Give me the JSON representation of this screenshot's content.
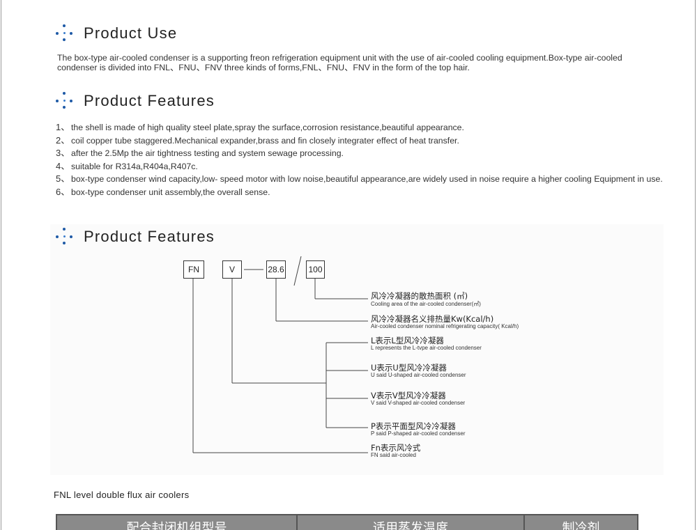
{
  "sections": {
    "use": {
      "title": "Product Use",
      "body": "The box-type air-cooled condenser is a supporting freon refrigeration equipment unit with the use of air-cooled cooling equipment.Box-type air-cooled condenser is divided into FNL、FNU、FNV three kinds of forms,FNL、FNU、FNV in the form of the top hair."
    },
    "features": {
      "title": "Product Features",
      "items": [
        {
          "num": "1、",
          "text": "the shell is made of high quality steel plate,spray the surface,corrosion resistance,beautiful appearance."
        },
        {
          "num": "2、",
          "text": "coil copper tube staggered.Mechanical expander,brass and fin closely integrater effect of heat transfer."
        },
        {
          "num": "3、",
          "text": "after the 2.5Mp the air tightness testing and system sewage processing."
        },
        {
          "num": "4、",
          "text": "suitable for R314a,R404a,R407c."
        },
        {
          "num": "5、",
          "text": "box-type condenser wind capacity,low- speed motor with low noise,beautiful appearance,are widely used in noise require a higher cooling Equipment in use."
        },
        {
          "num": "6、",
          "text": "box-type condenser unit assembly,the overall sense."
        }
      ]
    },
    "model": {
      "title": "Product Features",
      "code": {
        "series": "FN",
        "type": "V",
        "kw": "28.6",
        "area": "100"
      },
      "legend": [
        {
          "zh": "风冷冷凝器的散热面积 (㎡)",
          "en": "Cooling area of the air-cooled condenser(㎡)"
        },
        {
          "zh": "风冷冷凝器名义排热量Kw(Kcal/h)",
          "en": "Air-cooled condenser nominal refrigerating capacity( Kcal/h)"
        },
        {
          "zh": "L表示L型风冷冷凝器",
          "en": "L represents the L-tvpe air-cooled condenser"
        },
        {
          "zh": "U表示U型风冷冷凝器",
          "en": "U said U-shaped air-cooled condenser"
        },
        {
          "zh": "V表示V型风冷冷凝器",
          "en": "V said V-shaped air-cooled condenser"
        },
        {
          "zh": "P表示平面型风冷冷凝器",
          "en": "P said P-shaped air-cooled condenser"
        },
        {
          "zh": "Fn表示风冷式",
          "en": "FN said air-cooled"
        }
      ]
    },
    "table": {
      "caption": "FNL level  double  flux  air  coolers",
      "headers": [
        "配合封闭机组型号",
        "适用蒸发温度",
        "制冷剂"
      ]
    }
  },
  "colors": {
    "accent_dots": "#1f5aa6",
    "table_header": "#8a8a8a"
  }
}
